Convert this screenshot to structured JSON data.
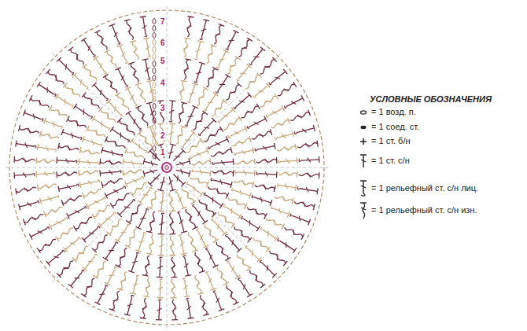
{
  "diagram": {
    "title": "УСЛОВНЫЕ ОБОЗНАЧЕНИЯ",
    "labels": [
      "1",
      "2",
      "3",
      "4",
      "5",
      "6",
      "7"
    ],
    "legend": [
      {
        "text": "= 1 возд. п."
      },
      {
        "text": "= 1 соед. ст."
      },
      {
        "text": "= 1 ст. б/н"
      },
      {
        "text": "= 1 ст. с/н"
      },
      {
        "text": "= 1 рельефный ст. с/н лиц."
      },
      {
        "text": "= 1 рельефный ст. с/н изн."
      }
    ]
  }
}
